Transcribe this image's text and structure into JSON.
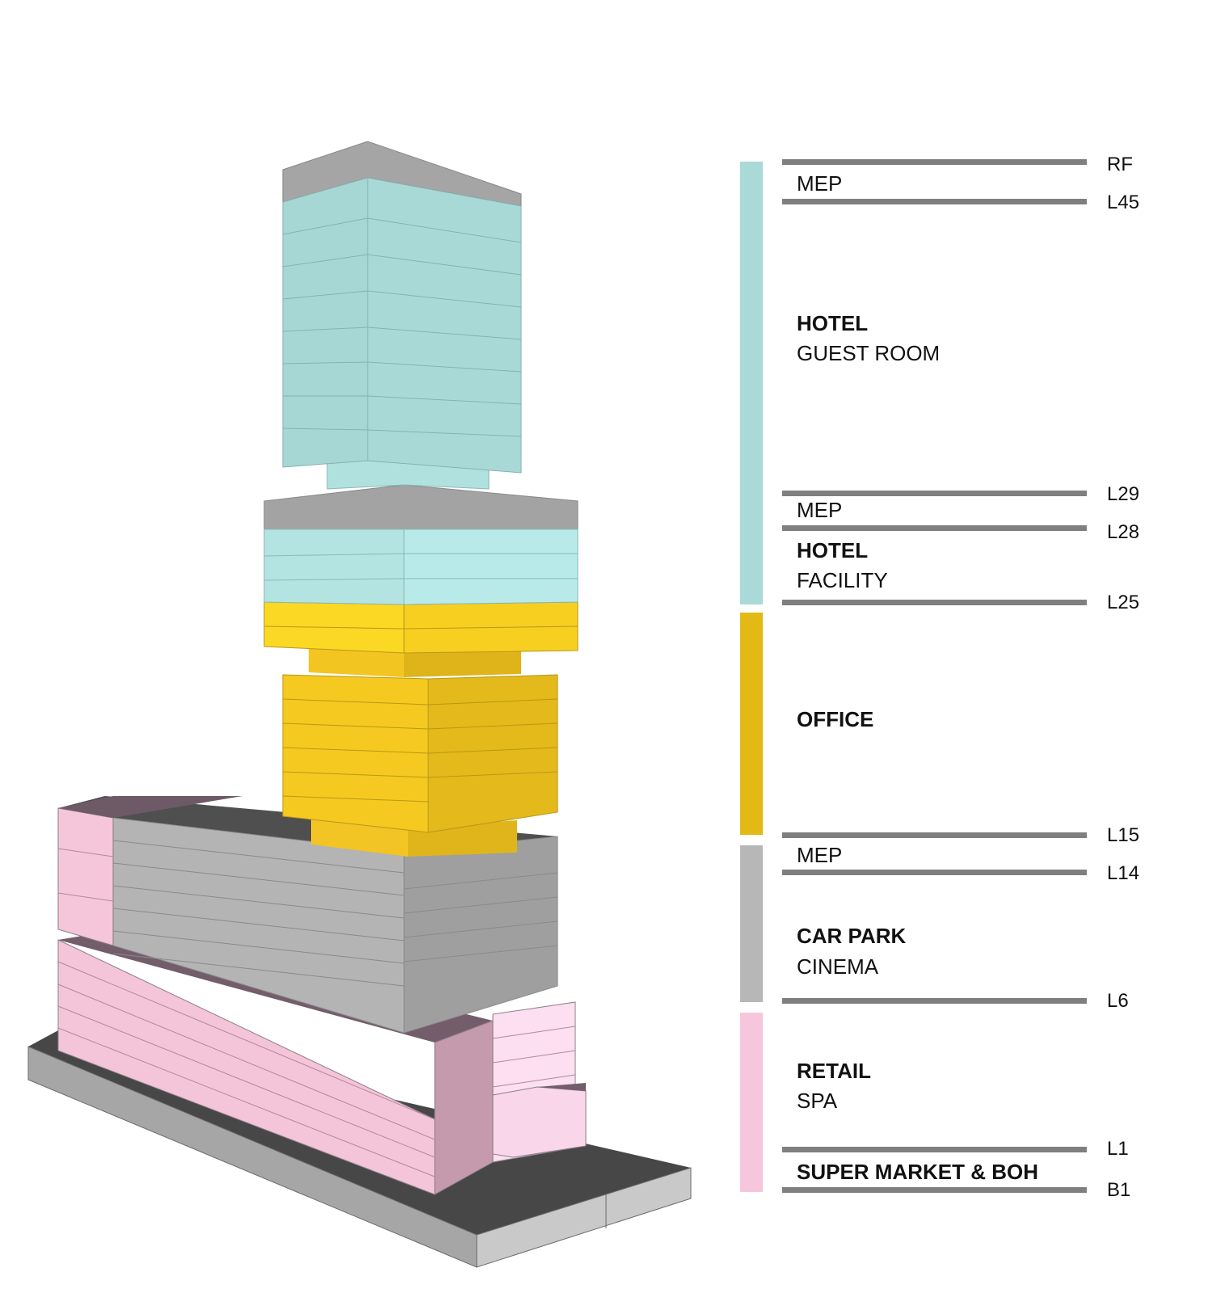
{
  "zones": [
    {
      "id": "hotel",
      "color": "#a9dad7"
    },
    {
      "id": "office",
      "color": "#e2b915"
    },
    {
      "id": "carpark",
      "color": "#b7b7b7"
    },
    {
      "id": "retail",
      "color": "#f6c6dd"
    }
  ],
  "levels": [
    "RF",
    "L45",
    "L29",
    "L28",
    "L25",
    "L15",
    "L14",
    "L6",
    "L1",
    "B1"
  ],
  "labels": {
    "mep_top": "MEP",
    "hotel_guest_title": "HOTEL",
    "hotel_guest_sub": "GUEST ROOM",
    "mep_mid": "MEP",
    "hotel_facility_title": "HOTEL",
    "hotel_facility_sub": "FACILITY",
    "office": "OFFICE",
    "mep_low": "MEP",
    "carpark_title": "CAR PARK",
    "carpark_sub": "CINEMA",
    "retail_title": "RETAIL",
    "retail_sub": "SPA",
    "supermarket": "SUPER MARKET & BOH"
  }
}
